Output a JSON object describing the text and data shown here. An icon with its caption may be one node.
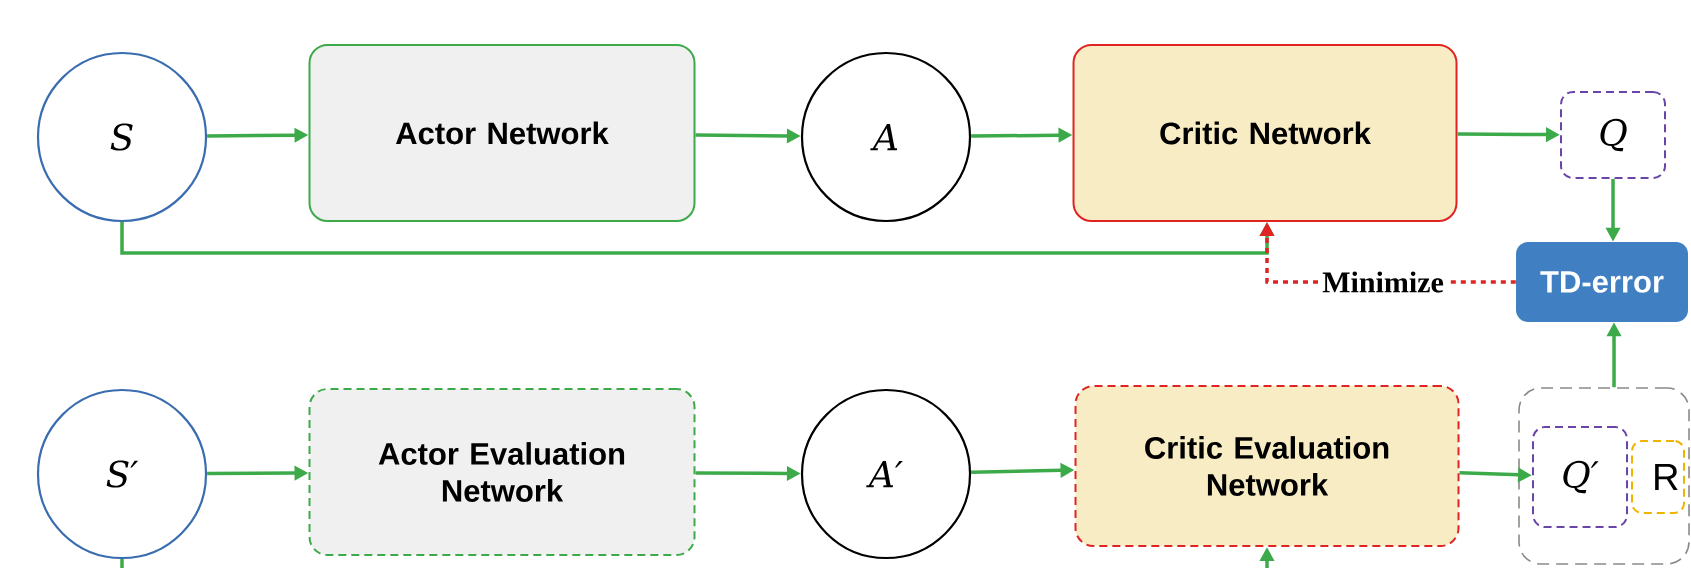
{
  "diagram": {
    "nodes": [
      {
        "text": [
          "S"
        ]
      },
      {
        "text": [
          "Actor Network"
        ]
      },
      {
        "text": [
          "A"
        ]
      },
      {
        "text": [
          "Critic Network"
        ]
      },
      {
        "text": [
          "Q"
        ]
      },
      {
        "text": [
          "TD-error"
        ]
      },
      {
        "text": [
          "Minimize"
        ]
      },
      {
        "text": [
          "S′"
        ]
      },
      {
        "text": [
          "Actor Evaluation Network"
        ]
      },
      {
        "text": [
          "A′"
        ]
      },
      {
        "text": [
          "Critic Evaluation Network"
        ]
      },
      {
        "text": [],
        "shape": "box"
      },
      {
        "text": [
          "Q′"
        ],
        "in": 11
      },
      {
        "text": [
          "R"
        ],
        "in": 11
      }
    ],
    "edges": [
      {
        "from": 0,
        "to": 1,
        "arrow": "to"
      },
      {
        "from": 1,
        "to": 2,
        "arrow": "to"
      },
      {
        "from": 2,
        "to": 3,
        "arrow": "to"
      },
      {
        "from": 3,
        "to": 4,
        "arrow": "to"
      },
      {
        "from": 4,
        "to": 5,
        "arrow": "to"
      },
      {
        "from": 0,
        "to": 3,
        "arrow": "to"
      },
      {
        "from": 5,
        "to": 6,
        "arrow": "none",
        "style": "dashed",
        "color": "#e02424"
      },
      {
        "from": 6,
        "to": 3,
        "arrow": "to",
        "style": "dashed",
        "color": "#e02424"
      },
      {
        "from": 7,
        "to": 8,
        "arrow": "to"
      },
      {
        "from": 8,
        "to": 9,
        "arrow": "to"
      },
      {
        "from": 9,
        "to": 10,
        "arrow": "to"
      },
      {
        "from": 10,
        "to": 12,
        "arrow": "to"
      },
      {
        "from": 11,
        "to": 5,
        "arrow": "to"
      },
      {
        "from": 7,
        "to": null,
        "arrow": "none"
      },
      {
        "from": null,
        "to": 10,
        "arrow": "to"
      }
    ]
  }
}
